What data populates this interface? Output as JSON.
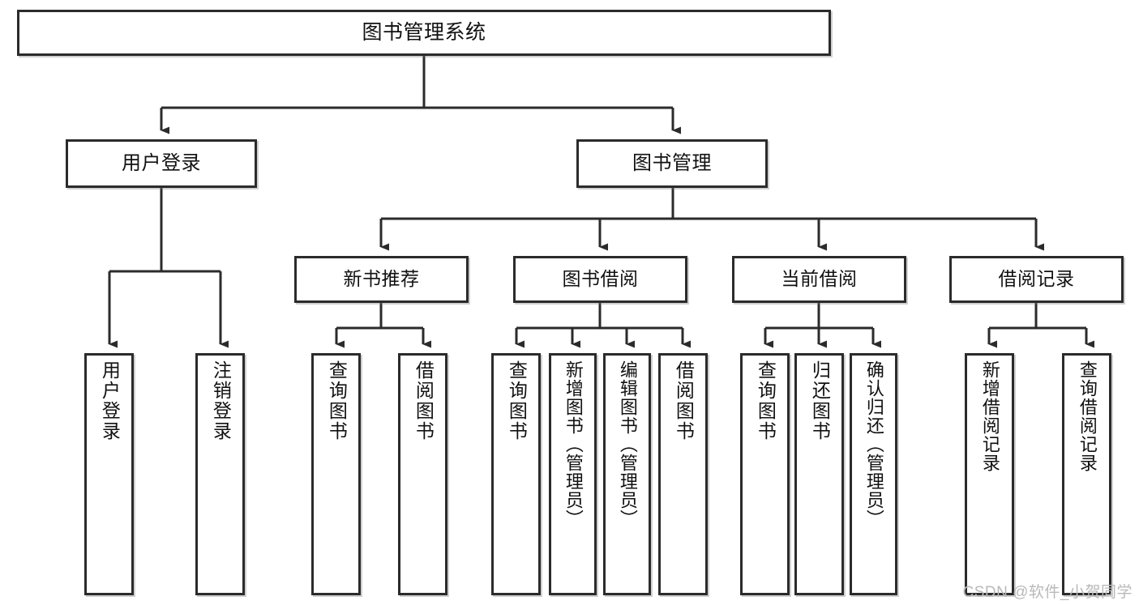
{
  "diagram": {
    "title": "图书管理系统",
    "watermark": "CSDN @软件_小贺同学",
    "colors": {
      "stroke": "#2b2b2b",
      "fill": "#ffffff",
      "text": "#111111",
      "watermark": "#b9b9b9"
    },
    "root": {
      "label": "图书管理系统"
    },
    "level2": [
      {
        "label": "用户登录"
      },
      {
        "label": "图书管理"
      }
    ],
    "level3": [
      {
        "label": "新书推荐"
      },
      {
        "label": "图书借阅"
      },
      {
        "label": "当前借阅"
      },
      {
        "label": "借阅记录"
      }
    ],
    "leaves": {
      "user_login": [
        {
          "label": "用户登录"
        },
        {
          "label": "注销登录"
        }
      ],
      "new_book_recommend": [
        {
          "label": "查询图书"
        },
        {
          "label": "借阅图书"
        }
      ],
      "book_borrow": [
        {
          "label": "查询图书"
        },
        {
          "label": "新增图书（管理员）"
        },
        {
          "label": "编辑图书（管理员）"
        },
        {
          "label": "借阅图书"
        }
      ],
      "current_borrow": [
        {
          "label": "查询图书"
        },
        {
          "label": "归还图书"
        },
        {
          "label": "确认归还（管理员）"
        }
      ],
      "borrow_record": [
        {
          "label": "新增借阅记录"
        },
        {
          "label": "查询借阅记录"
        }
      ]
    }
  }
}
